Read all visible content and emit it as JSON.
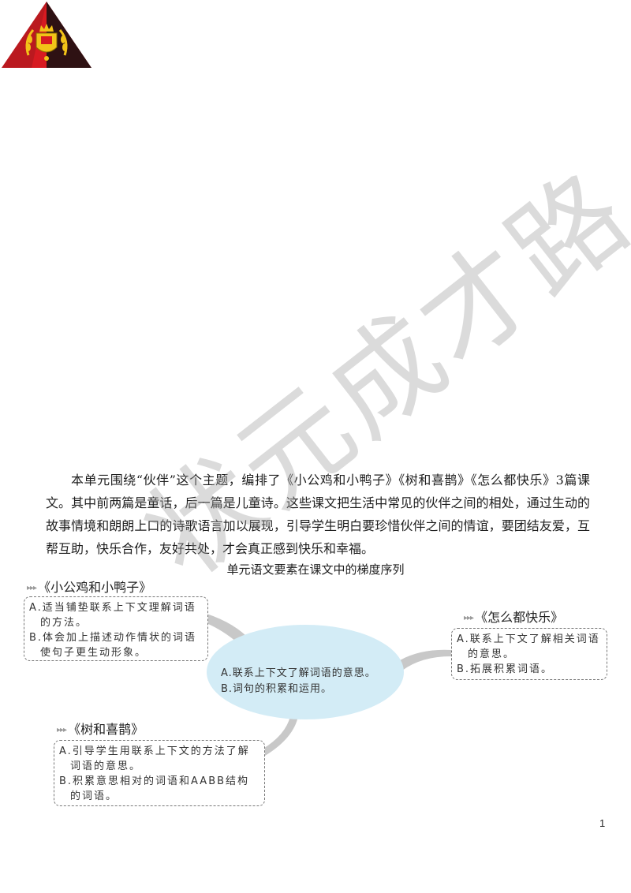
{
  "logo": {
    "icon": "crest-logo",
    "colors": {
      "red": "#d71a21",
      "black": "#111111",
      "gold": "#f2c318"
    }
  },
  "watermark": {
    "text": "状元成才路"
  },
  "intro": {
    "paragraph": "本单元围绕“伙伴”这个主题，编排了《小公鸡和小鸭子》《树和喜鹊》《怎么都快乐》3篇课文。其中前两篇是童话，后一篇是儿童诗。这些课文把生活中常见的伙伴之间的相处，通过生动的故事情境和朗朗上口的诗歌语言加以展现，引导学生明白要珍惜伙伴之间的情谊，要团结友爱，互帮互助，快乐合作，友好共处，才会真正感到快乐和幸福。"
  },
  "section_title": "单元语文要素在课文中的梯度序列",
  "mindmap": {
    "center": {
      "items": [
        "A.联系上下文了解词语的意思。",
        "B.词句的积累和运用。"
      ],
      "color": "#d3ecf6"
    },
    "nodes": [
      {
        "title": "《小公鸡和小鸭子》",
        "items": [
          "A.适当铺垫联系上下文理解词语的方法。",
          "B.体会加上描述动作情状的词语使句子更生动形象。"
        ]
      },
      {
        "title": "《怎么都快乐》",
        "items": [
          "A.联系上下文了解相关词语的意思。",
          "B.拓展积累词语。"
        ]
      },
      {
        "title": "《树和喜鹊》",
        "items": [
          "A.引导学生用联系上下文的方法了解词语的意思。",
          "B.积累意思相对的词语和AABB结构的词语。"
        ]
      }
    ],
    "arrow_glyph": "▸▸▸"
  },
  "page_number": "1"
}
